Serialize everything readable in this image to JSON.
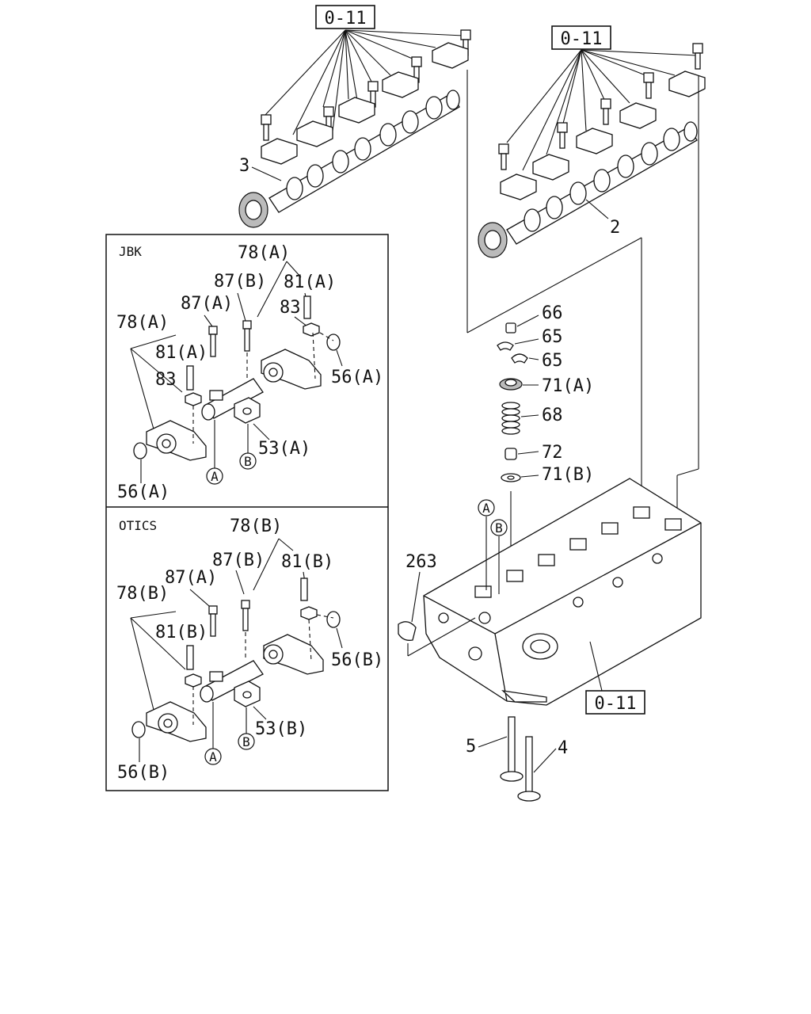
{
  "refs": {
    "top_left": "0-11",
    "top_right": "0-11",
    "bottom": "0-11"
  },
  "panels": {
    "upper": "JBK",
    "lower": "OTICS"
  },
  "callouts": {
    "p3": "3",
    "p2": "2",
    "p66": "66",
    "p65a": "65",
    "p65b": "65",
    "p71a": "71(A)",
    "p68": "68",
    "p72": "72",
    "p71b": "71(B)",
    "p263": "263",
    "p5": "5",
    "p4": "4",
    "circle_a": "A",
    "circle_b": "B"
  },
  "jbk": {
    "p78a_top": "78(A)",
    "p87b": "87(B)",
    "p81a_top": "81(A)",
    "p87a": "87(A)",
    "p83_top": "83",
    "p78a_left": "78(A)",
    "p81a_left": "81(A)",
    "p83_left": "83",
    "p56a_right": "56(A)",
    "p53a": "53(A)",
    "p56a_bottom": "56(A)",
    "circle_a": "A",
    "circle_b": "B"
  },
  "otics": {
    "p78b_top": "78(B)",
    "p87b": "87(B)",
    "p81b_top": "81(B)",
    "p87a": "87(A)",
    "p78b_left": "78(B)",
    "p81b_left": "81(B)",
    "p56b_right": "56(B)",
    "p53b": "53(B)",
    "p56b_bottom": "56(B)",
    "circle_a": "A",
    "circle_b": "B"
  }
}
